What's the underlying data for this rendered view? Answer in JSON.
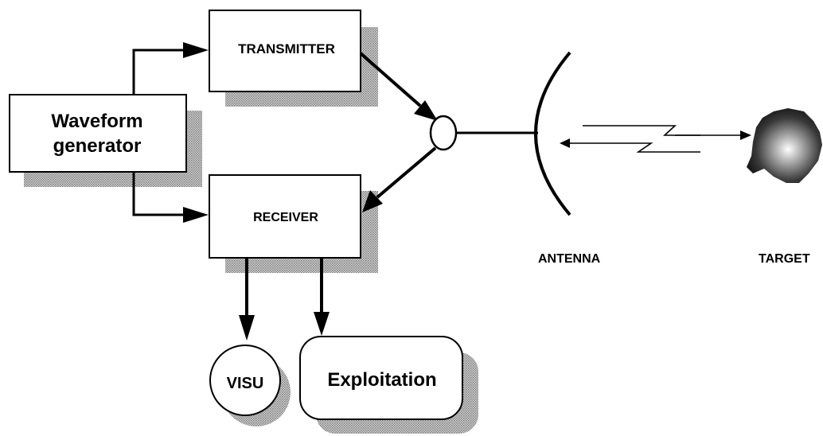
{
  "blocks": {
    "waveform_line1": "Waveform",
    "waveform_line2": "generator",
    "transmitter": "TRANSMITTER",
    "receiver": "RECEIVER",
    "visu": "VISU",
    "exploitation": "Exploitation"
  },
  "labels": {
    "antenna": "ANTENNA",
    "target": "TARGET"
  }
}
